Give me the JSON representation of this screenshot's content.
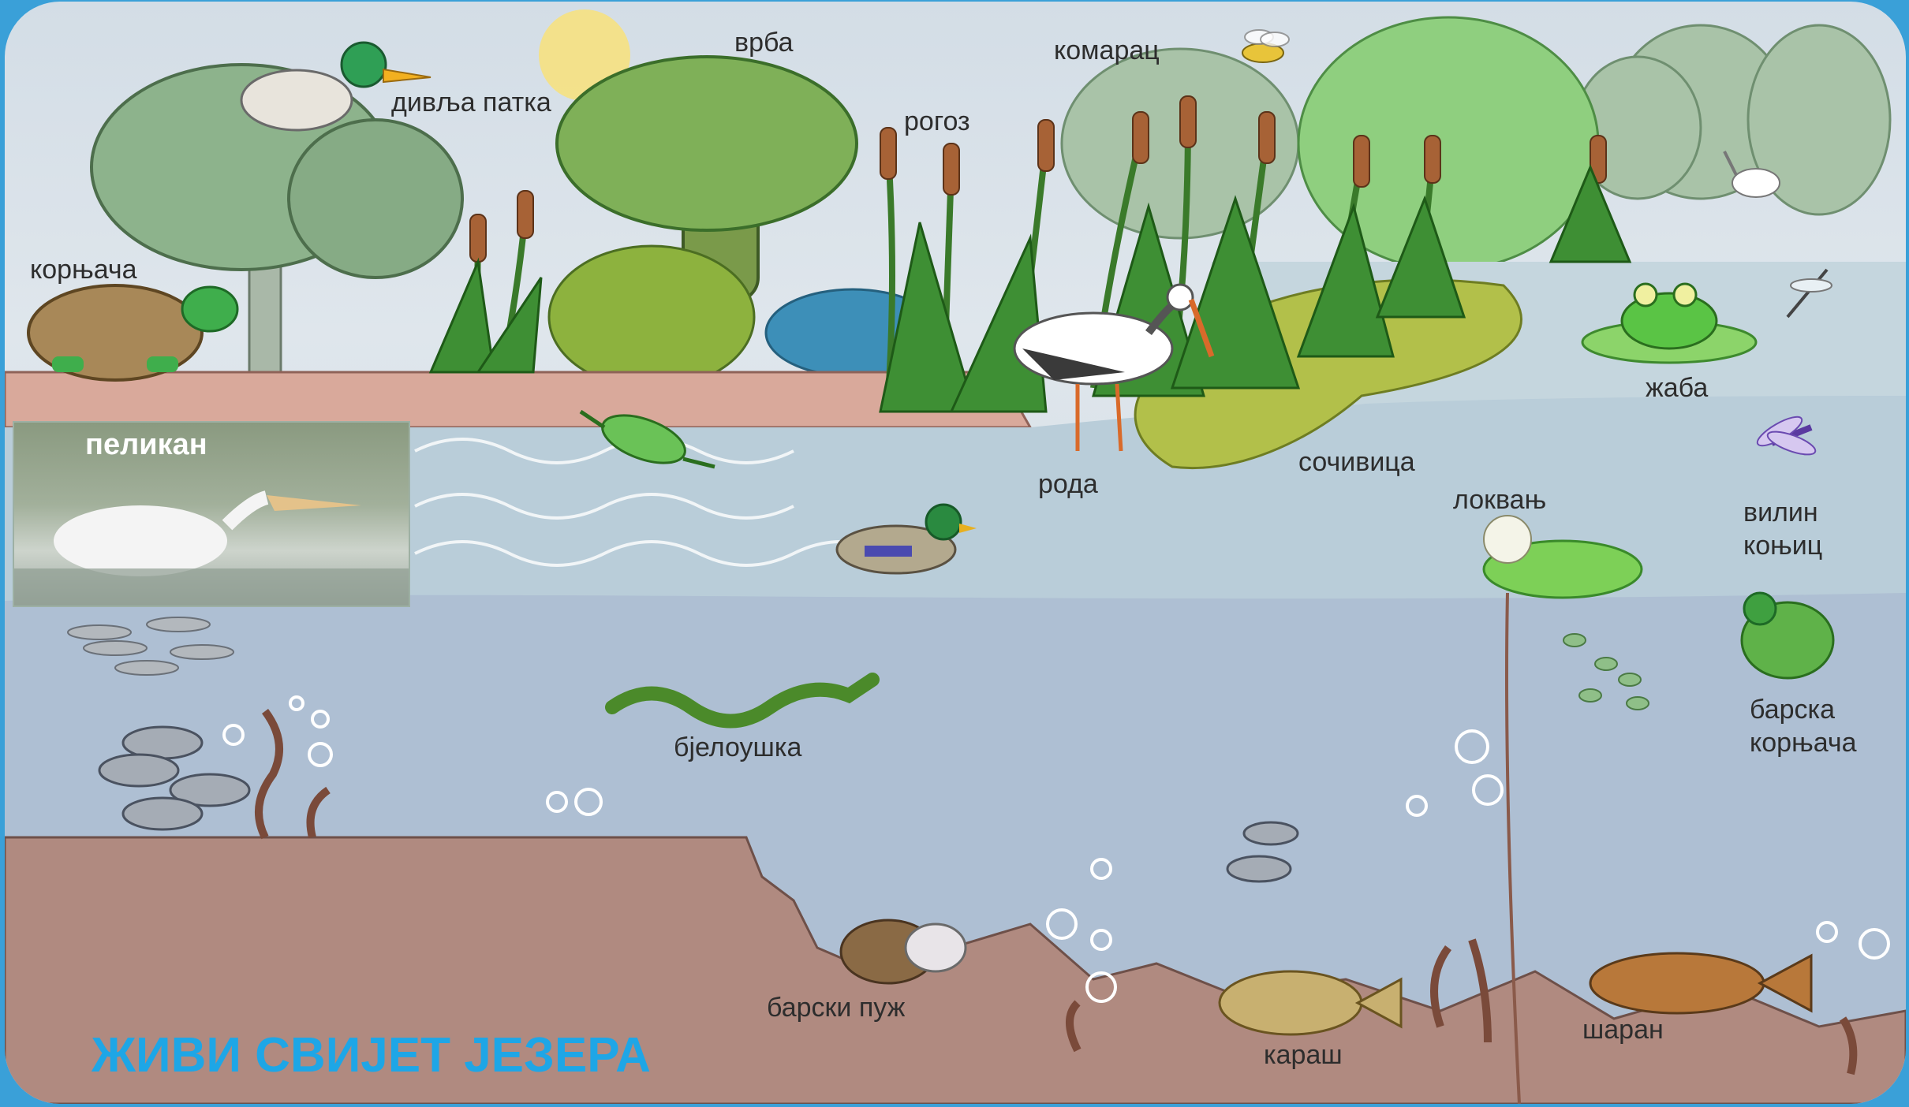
{
  "title": "ЖИВИ СВИЈЕТ ЈЕЗЕРА",
  "photo_caption": "пеликан",
  "labels": {
    "duck": "дивља патка",
    "willow": "врба",
    "mosquito": "комарац",
    "cattail": "рогоз",
    "turtle": "корњача",
    "frog": "жаба",
    "duckweed": "сочивица",
    "stork": "рода",
    "waterlily": "локвањ",
    "dragonfly_1": "вилин",
    "dragonfly_2": "коњиц",
    "snake": "бјелоушка",
    "pond_turtle_1": "барска",
    "pond_turtle_2": "корњача",
    "snail": "барски пуж",
    "crucian": "караш",
    "carp": "шаран"
  },
  "colors": {
    "frame": "#3aa0d8",
    "title": "#1ea6e6",
    "water": "#b9cdd9",
    "deep_water": "#aebfd3",
    "mud": "#b08a80",
    "bank": "#d9a99b",
    "plant": "#4c9a3f"
  }
}
